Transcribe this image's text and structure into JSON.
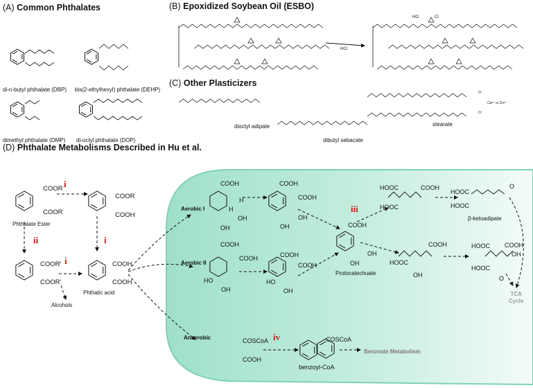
{
  "panels": {
    "A": {
      "letter": "(A)",
      "title": "Common Phthalates"
    },
    "B": {
      "letter": "(B)",
      "title": "Epoxidized Soybean Oil (ESBO)"
    },
    "C": {
      "letter": "(C)",
      "title": "Other Plasticizers"
    },
    "D": {
      "letter": "(D)",
      "title": "Phthalate Metabolisms Described in Hu et al."
    }
  },
  "phthalates": {
    "dbp": "di-n-butyl phthalate (DBP)",
    "dehp": "bis(2-ethylhexyl) phthalate (DEHP)",
    "dmp": "dimethyl phthalate (DMP)",
    "dop": "di-octyl phthalate (DOP)"
  },
  "esbo": {
    "reagent": "HCl",
    "ho": "HO",
    "cl": "Cl"
  },
  "plasticizers": {
    "adipate": "dioctyl adipate",
    "sebacate": "dibutyl sebacate",
    "stearate": "stearate",
    "counter_ion": "Ca²⁺ or Zn²⁺",
    "o_minus_1": "O⁻",
    "o_minus_2": "O⁻"
  },
  "metabolism": {
    "phthalate_ester": "Phthalate Ester",
    "phthalic_acid": "Phthalic acid",
    "alcohols": "Alcohols",
    "protocatechuate": "Protocatechuate",
    "ketoadipate": "β-ketoadipate",
    "benzoyl_coa": "benzoyl-CoA",
    "benzoate": "Benzoate Metabolism",
    "tca": "TCA\nCycle",
    "aerobic1": "Aerobic I",
    "aerobic2": "Aerobic II",
    "anaerobic": "Anaerobic",
    "groups": {
      "coor": "COOR",
      "coor2": "COOR",
      "coor3": "COOR",
      "cooh1": "COOH",
      "coorp1": "COOR'",
      "coorp2": "COOR'",
      "cooh_pa1": "COOH",
      "cooh_pa2": "COOH",
      "a1_cooh": "COOH",
      "a1_h1": "H",
      "a1_h2": "H",
      "a1_oh1": "OH",
      "a1_oh2": "OH",
      "a1b_cooh1": "COOH",
      "a1b_cooh2": "COOH",
      "a1b_oh1": "OH",
      "a1b_oh2": "OH",
      "a2_cooh1": "COOH",
      "a2_cooh2": "COOH",
      "a2_ho": "HO",
      "a2_oh": "OH",
      "a2b_cooh1": "COOH",
      "a2b_cooh2": "COOH",
      "a2b_ho": "HO",
      "a2b_oh": "OH",
      "pc_cooh": "COOH",
      "pc_oh1": "OH",
      "pc_oh2": "OH",
      "m1_hooc1": "HOOC",
      "m1_hooc2": "HOOC",
      "m1_cooh": "COOH",
      "m2_hooc": "HOOC",
      "m2_cooh": "COOH",
      "m2_oh": "OH",
      "k_hooc1": "HOOC",
      "k_hooc2": "HOOC",
      "k_o": "O",
      "c_hooc1": "HOOC",
      "c_hooc2": "HOOC",
      "c_cooh": "COOH",
      "c_oh": "OH",
      "c_o": "O",
      "an_coscoa": "COSCoA",
      "an_cooh": "COOH",
      "bz_coscoa": "COSCoA"
    },
    "steps": {
      "i1": "i",
      "i2": "i",
      "i3": "i",
      "ii": "ii",
      "iii": "iii",
      "iv": "iv"
    }
  },
  "colors": {
    "cell": "#9fe0c8",
    "cell_edge": "#e9f8f2",
    "step": "#d0201a"
  }
}
